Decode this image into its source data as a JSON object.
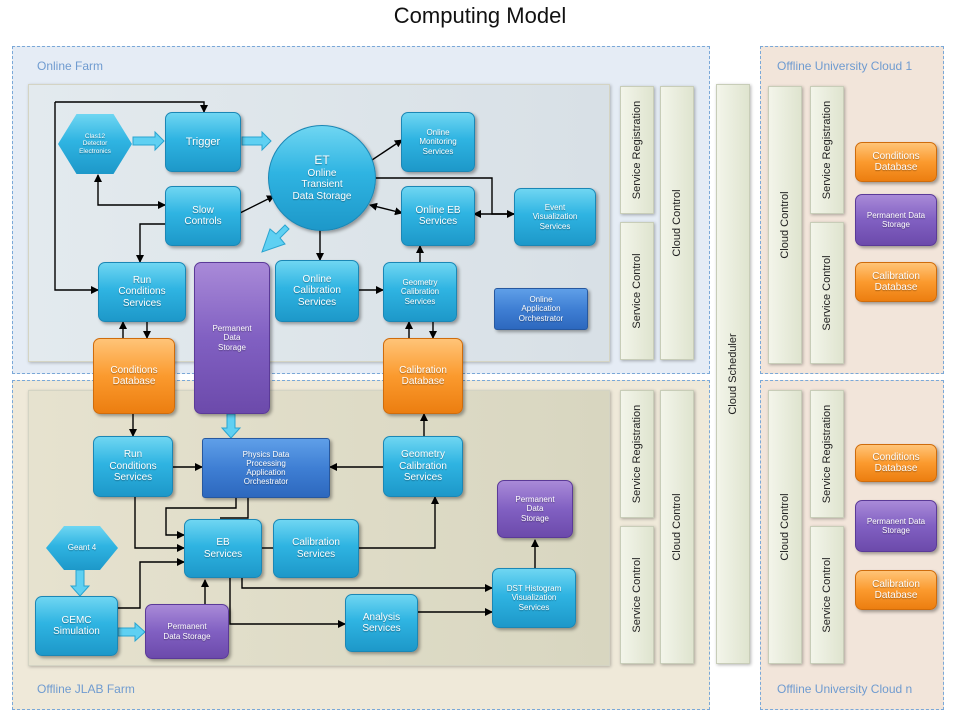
{
  "title": "Computing Model",
  "regions": {
    "online_farm": "Online Farm",
    "offline_jlab_farm": "Offline JLAB Farm",
    "offline_cloud_1": "Offline University Cloud 1",
    "offline_cloud_n": "Offline University Cloud n"
  },
  "cloud_scheduler": "Cloud Scheduler",
  "strips": {
    "service_registration": "Service Registration",
    "service_control": "Service Control",
    "cloud_control": "Cloud Control"
  },
  "online": {
    "detector": "Clas12 Detector Electronics",
    "trigger": "Trigger",
    "et_title": "ET",
    "et_body": "Online Transient Data Storage",
    "slow_controls": "Slow Controls",
    "online_monitoring": "Online Monitoring Services",
    "online_eb": "Online EB Services",
    "event_visualization": "Event Visualization Services",
    "run_conditions": "Run Conditions Services",
    "permanent_storage": "Permanent Data Storage",
    "online_calibration": "Online Calibration Services",
    "geometry_calibration": "Geometry Calibration Services",
    "online_orchestrator": "Online Application Orchestrator",
    "conditions_db": "Conditions Database",
    "calibration_db": "Calibration Database"
  },
  "offline": {
    "run_conditions": "Run Conditions Services",
    "physics_orchestrator": "Physics Data Processing Application Orchestrator",
    "geometry_calibration": "Geometry Calibration Services",
    "permanent_storage_right": "Permanent Data Storage",
    "geant4": "Geant 4",
    "eb_services": "EB Services",
    "calibration_services": "Calibration Services",
    "dst_histogram": "DST Histogram Visualization Services",
    "gemc": "GEMC Simulation",
    "permanent_storage_bottom": "Permanent Data Storage",
    "analysis": "Analysis Services"
  },
  "cloud": {
    "conditions_db": "Conditions Database",
    "permanent_storage": "Permanent Data Storage",
    "calibration_db": "Calibration Database"
  },
  "colors": {
    "service": "#2fb4e2",
    "database": "#fb9a2e",
    "storage": "#8160c2",
    "orchestrator": "#3f7fd4",
    "online_bg": "#e6edf6",
    "offline_bg": "#eee8d8"
  }
}
